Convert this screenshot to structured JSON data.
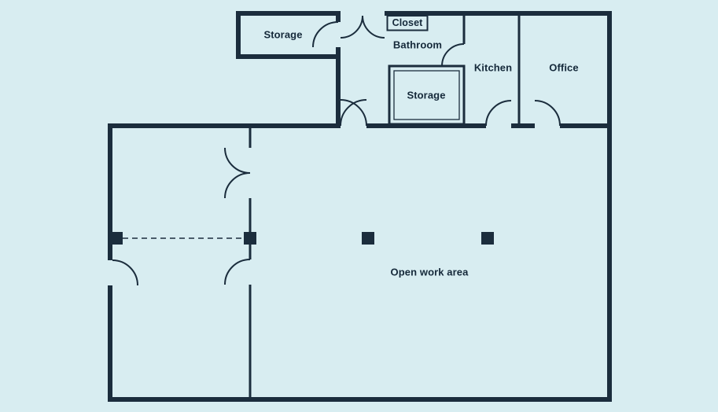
{
  "colors": {
    "background": "#d8edf1",
    "wall": "#1b2d3d",
    "text": "#15293a"
  },
  "rooms": {
    "storage_top": {
      "label": "Storage"
    },
    "closet": {
      "label": "Closet"
    },
    "bathroom": {
      "label": "Bathroom"
    },
    "kitchen": {
      "label": "Kitchen"
    },
    "storage_inner": {
      "label": "Storage"
    },
    "office": {
      "label": "Office"
    },
    "open_work_area": {
      "label": "Open work area"
    }
  }
}
